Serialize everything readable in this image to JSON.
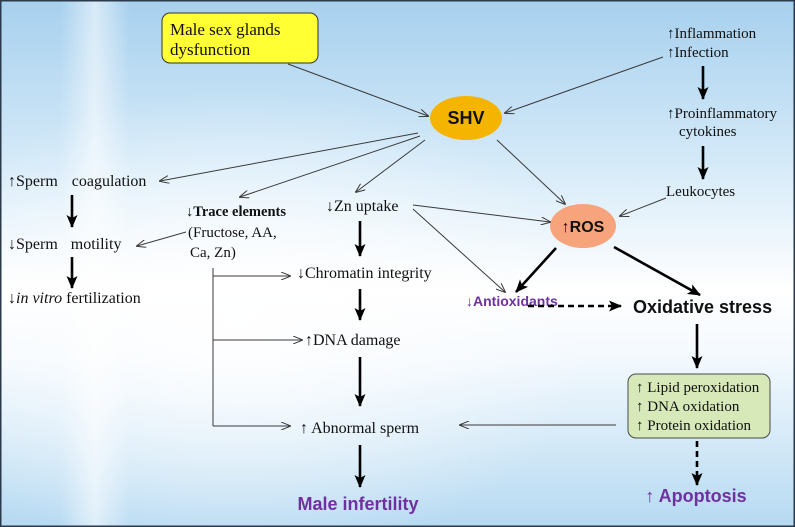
{
  "colors": {
    "glands_box": "#ffff33",
    "shv_ellipse": "#f5b400",
    "ros_ellipse": "#f7a47c",
    "oxidation_box": "#d7e9b9",
    "highlight_text": "#7030a0",
    "dark_text": "#111111"
  },
  "glands": {
    "line1": "Male sex glands",
    "line2": "dysfunction"
  },
  "shv": "SHV",
  "inflammation": {
    "line1": "↑Inflammation",
    "line2": "↑Infection"
  },
  "cytokines": {
    "line1": "↑Proinflammatory",
    "line2": "cytokines"
  },
  "leukocytes": "Leukocytes",
  "ros": "↑ROS",
  "sperm_coagulation": "↑Sperm coagulation",
  "sperm_motility": "↓Sperm motility",
  "ivf": {
    "arrow": "↓",
    "italic": "in vitro",
    "rest": " fertilization"
  },
  "trace_elements": {
    "arrow": "↓",
    "label": "Trace elements",
    "line2": "(Fructose, AA,",
    "line3": "Ca, Zn)"
  },
  "zn_uptake": "↓Zn uptake",
  "chromatin": "↓Chromatin integrity",
  "dna_damage": "↑DNA damage",
  "abnormal_sperm": "↑ Abnormal sperm",
  "male_infertility": "Male infertility",
  "antioxidants": {
    "arrow": "↓",
    "label": "Antioxidants"
  },
  "oxidative_stress": "Oxidative stress",
  "oxidation": {
    "lipid": "↑ Lipid peroxidation",
    "dna": "↑ DNA oxidation",
    "protein": "↑ Protein oxidation"
  },
  "apoptosis": "↑ Apoptosis"
}
